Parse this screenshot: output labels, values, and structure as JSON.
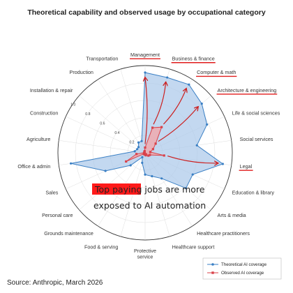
{
  "chart_data": {
    "type": "radar",
    "title": "Theoretical capability and observed usage by occupational category",
    "categories": [
      "Management",
      "Business & finance",
      "Computer & math",
      "Architecture & engineering",
      "Life & social sciences",
      "Social services",
      "Legal",
      "Education & library",
      "Arts & media",
      "Healthcare practitioners",
      "Healthcare support",
      "Protective service",
      "Food & serving",
      "Grounds maintenance",
      "Personal care",
      "Sales",
      "Office & admin",
      "Agriculture",
      "Construction",
      "Installation & repair",
      "Production",
      "Transportation"
    ],
    "rticks": [
      0.2,
      0.4,
      0.6,
      0.8,
      1.0
    ],
    "rlim": [
      0,
      1.0
    ],
    "series": [
      {
        "name": "Theoretical AI coverage",
        "color": "#3a7fc4",
        "fill": "#a9c8ea",
        "marker": "circle",
        "values": [
          0.92,
          0.9,
          0.93,
          0.86,
          0.78,
          0.6,
          0.9,
          0.6,
          0.62,
          0.35,
          0.28,
          0.25,
          0.12,
          0.06,
          0.22,
          0.5,
          0.86,
          0.12,
          0.1,
          0.1,
          0.14,
          0.14
        ]
      },
      {
        "name": "Observed AI coverage",
        "color": "#d9424a",
        "fill": "#f2a8ab",
        "marker": "square",
        "values": [
          0.06,
          0.3,
          0.35,
          0.16,
          0.1,
          0.06,
          0.22,
          0.06,
          0.05,
          0.02,
          0.03,
          0.02,
          0.02,
          0.01,
          0.02,
          0.24,
          0.1,
          0.01,
          0.01,
          0.01,
          0.01,
          0.02
        ]
      }
    ],
    "highlighted_categories": [
      "Management",
      "Business & finance",
      "Computer & math",
      "Architecture & engineering",
      "Legal"
    ],
    "annotation": {
      "highlight": "Top paying jobs",
      "line1_rest": " are more",
      "line2": "exposed to AI automation"
    },
    "legend_position": "bottom-right",
    "grid": true
  },
  "footer": {
    "source": "Source: Anthropic, March 2026"
  }
}
